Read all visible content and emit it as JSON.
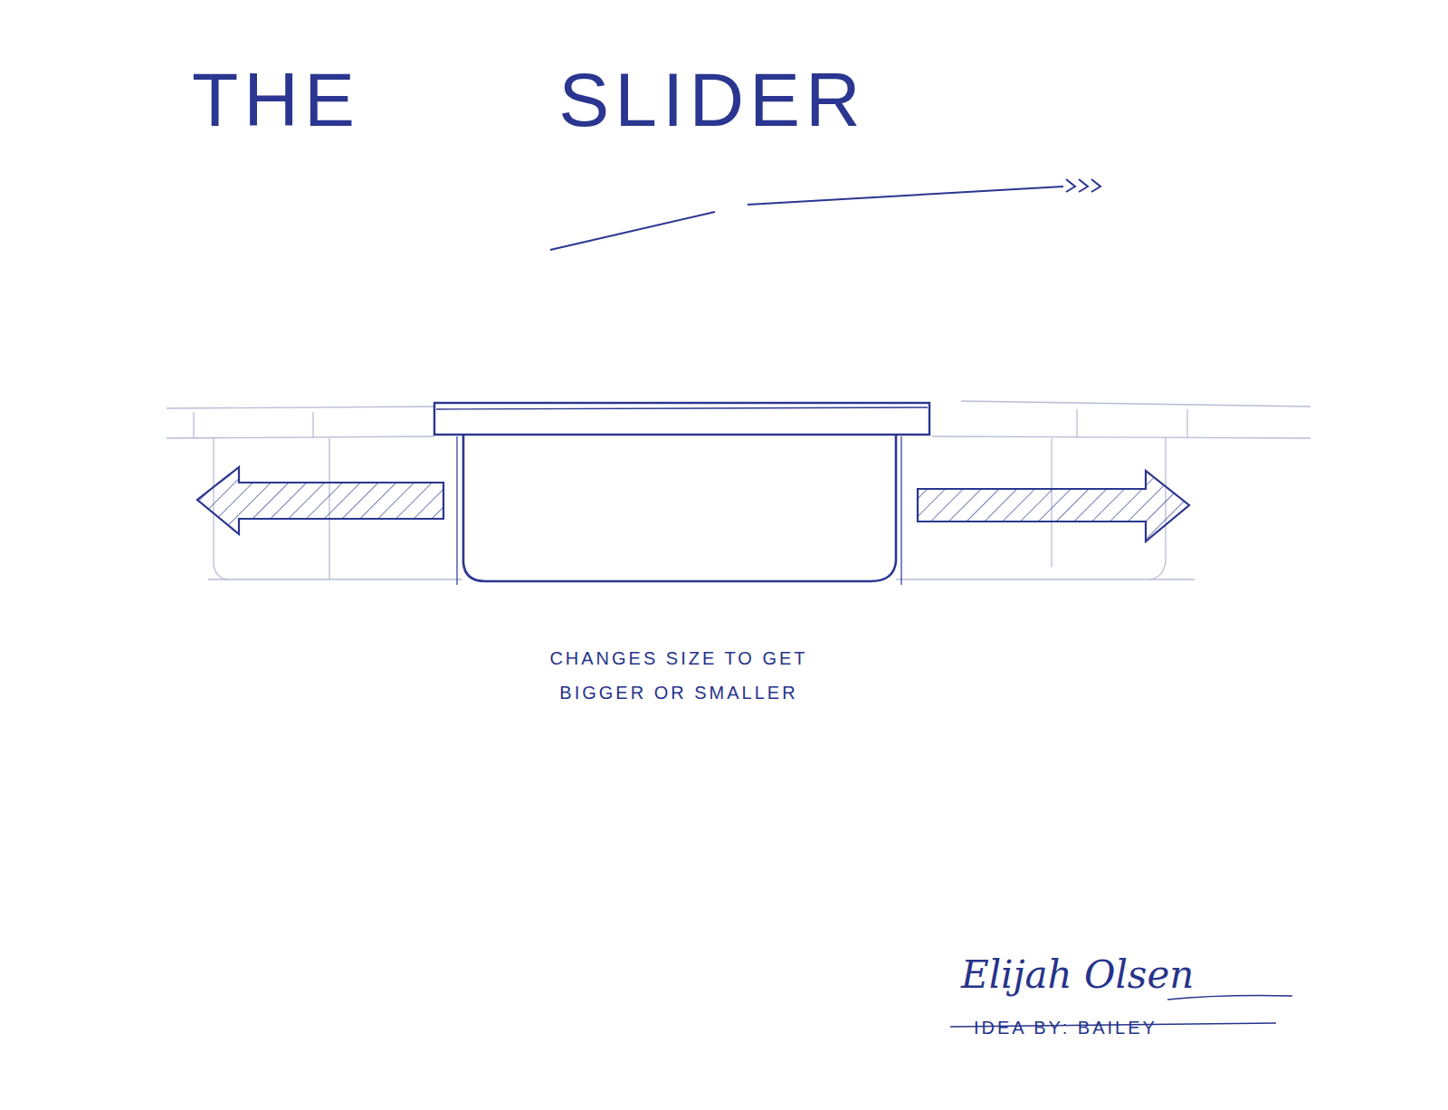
{
  "diagram": {
    "title": "THE SLIDER",
    "caption": "CHANGES SIZE TO GET BIGGER OR SMALLER",
    "labels": [
      "Elijah Olsen",
      "IDEA BY: BAILEY"
    ]
  }
}
